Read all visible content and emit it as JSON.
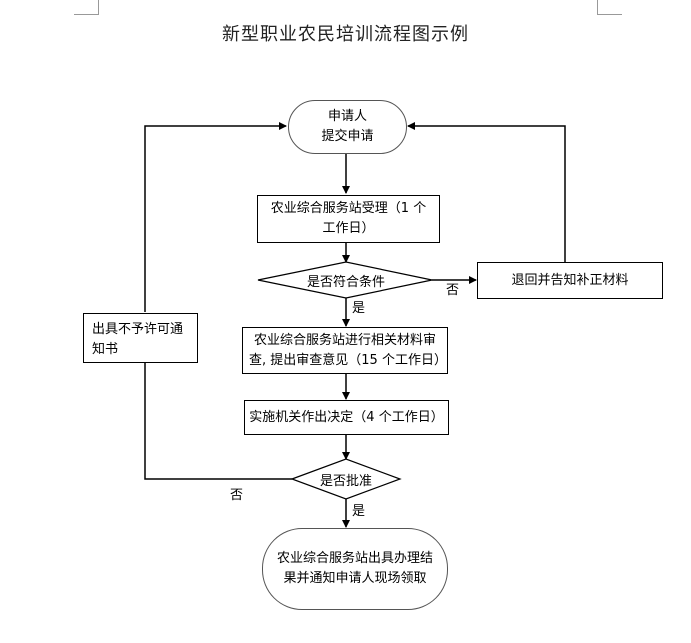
{
  "title": "新型职业农民培训流程图示例",
  "nodes": {
    "start": {
      "line1": "申请人",
      "line2": "提交申请"
    },
    "accept": {
      "text": "农业综合服务站受理（1 个工作日）"
    },
    "check": {
      "text": "是否符合条件"
    },
    "return": {
      "text": "退回并告知补正材料"
    },
    "review": {
      "text": "农业综合服务站进行相关材料审查, 提出审查意见（15 个工作日）"
    },
    "decide": {
      "text": "实施机关作出决定（4 个工作日）"
    },
    "approve": {
      "text": "是否批准"
    },
    "deny": {
      "text": "出具不予许可通知书"
    },
    "end": {
      "text": "农业综合服务站出具办理结果并通知申请人现场领取"
    }
  },
  "labels": {
    "check_no": "否",
    "check_yes": "是",
    "approve_no": "否",
    "approve_yes": "是"
  }
}
